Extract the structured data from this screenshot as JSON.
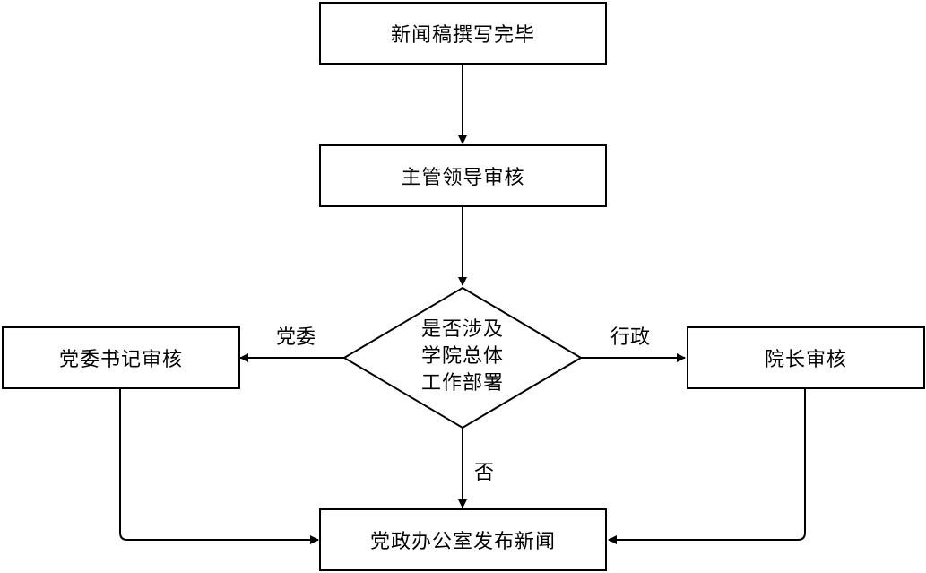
{
  "nodes": {
    "draft_done": "新闻稿撰写完毕",
    "supervisor_review": "主管领导审核",
    "decision": [
      "是否涉及",
      "学院总体",
      "工作部署"
    ],
    "party_secretary_review": "党委书记审核",
    "dean_review": "院长审核",
    "publish": "党政办公室发布新闻"
  },
  "edge_labels": {
    "party_committee": "党委",
    "administration": "行政",
    "no": "否"
  }
}
